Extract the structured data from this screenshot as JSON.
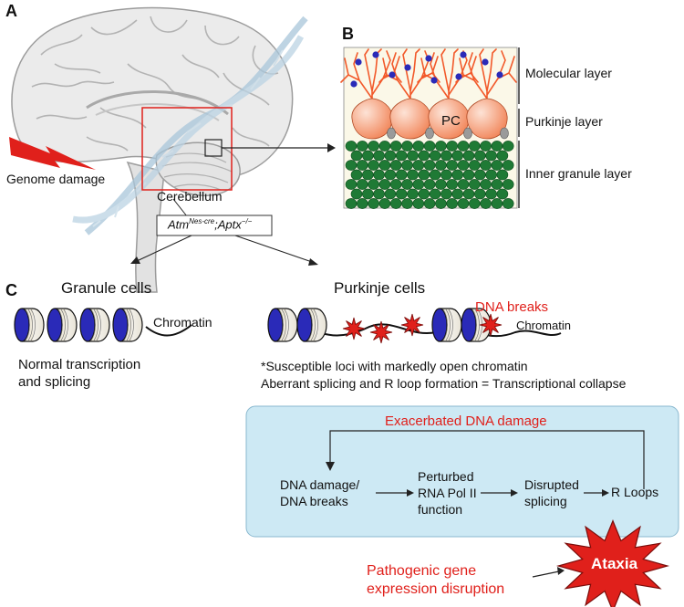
{
  "panels": {
    "a": "A",
    "b": "B",
    "c": "C"
  },
  "panel_a": {
    "genome_damage": "Genome damage",
    "cerebellum": "Cerebellum",
    "genotype": {
      "gene1": "Atm",
      "sup1": "Nes-cre",
      "sep": ";",
      "gene2": "Aptx",
      "sup2": "−/−"
    }
  },
  "panel_b": {
    "layers": [
      "Molecular layer",
      "Purkinje layer",
      "Inner granule layer"
    ],
    "pc_label": "PC"
  },
  "panel_c": {
    "granule_title": "Granule cells",
    "purkinje_title": "Purkinje cells",
    "chromatin_left": "Chromatin",
    "chromatin_right": "Chromatin",
    "dna_breaks": "DNA breaks",
    "normal_text_1": "Normal transcription",
    "normal_text_2": "and splicing",
    "susceptible": "*Susceptible loci with markedly open chromatin",
    "aberrant": "Aberrant splicing and R loop formation = Transcriptional collapse",
    "exacerbated": "Exacerbated DNA damage",
    "steps": [
      [
        "DNA damage/",
        "DNA breaks"
      ],
      [
        "Perturbed",
        "RNA Pol II",
        "function"
      ],
      [
        "Disrupted",
        "splicing"
      ],
      [
        "R Loops"
      ]
    ],
    "ataxia": "Ataxia",
    "pathogenic_1": "Pathogenic gene",
    "pathogenic_2": "expression disruption"
  },
  "colors": {
    "red": "#e0201b",
    "blue_box": "#cde9f4",
    "granule_green": "#1f7a35",
    "dendrite_orange": "#f2592a",
    "nucleosome_blue": "#2a2ab8"
  }
}
